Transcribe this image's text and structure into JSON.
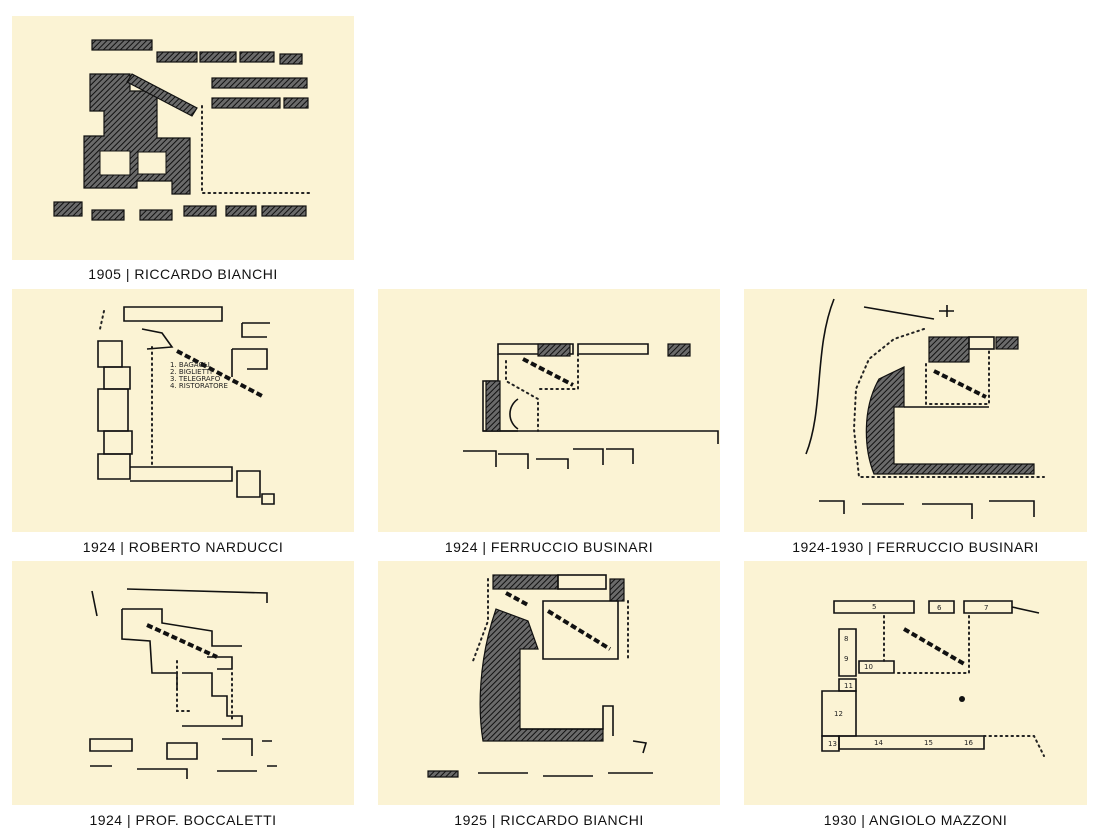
{
  "colors": {
    "paper": "#fbf3d4",
    "ink": "#111111",
    "background": "#ffffff"
  },
  "plans": [
    {
      "caption": "1905 | RICCARDO BIANCHI"
    },
    {
      "caption": "1924 | ROBERTO NARDUCCI"
    },
    {
      "caption": "1924 | FERRUCCIO BUSINARI"
    },
    {
      "caption": "1924-1930 | FERRUCCIO BUSINARI"
    },
    {
      "caption": "1924 | PROF. BOCCALETTI"
    },
    {
      "caption": "1925 | RICCARDO BIANCHI"
    },
    {
      "caption": "1930 | ANGIOLO MAZZONI"
    }
  ],
  "plan2_legend": [
    "1. BAGAGLI",
    "2. BIGLIETTI",
    "3. TELEGRAFO",
    "4. RISTORATORE"
  ],
  "plan7_numbers": [
    "5",
    "6",
    "7",
    "8",
    "9",
    "10",
    "11",
    "12",
    "13",
    "14",
    "15",
    "16"
  ]
}
